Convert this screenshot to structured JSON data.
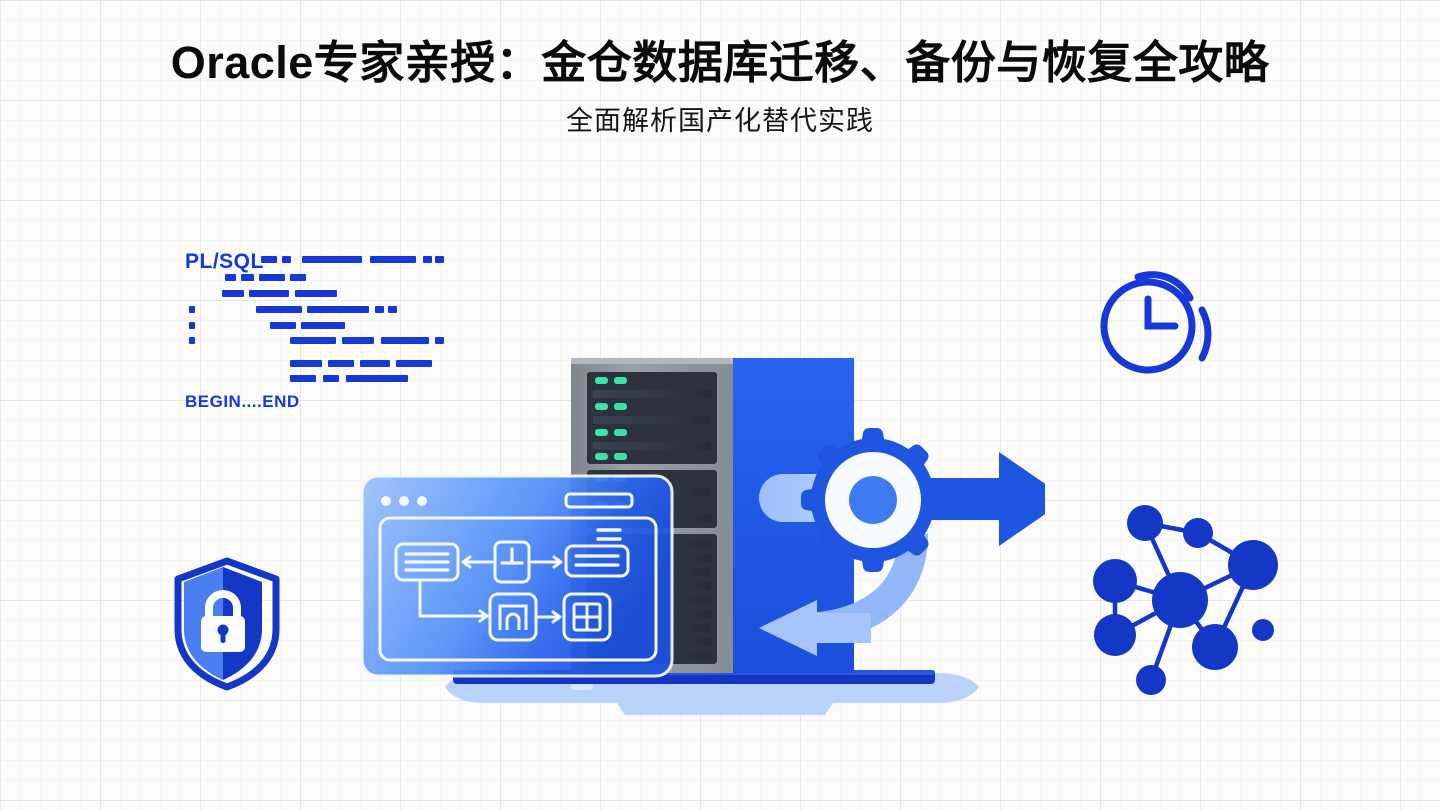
{
  "slide": {
    "background_color": "#fbfbf9",
    "grid_color": "#c6c8cd",
    "accent_blue": "#1f56e0",
    "deep_blue": "#1234c4",
    "light_blue": "#a8c5fb",
    "led_green": "#3ce3a8",
    "title_color": "#0b0b0c"
  },
  "header": {
    "title": "Oracle专家亲授：金仓数据库迁移、备份与恢复全攻略",
    "subtitle": "全面解析国产化替代实践"
  },
  "illustration": {
    "code_block": {
      "label_top": "PL/SQL",
      "label_bottom": "BEGIN....END",
      "color": "#1638d8"
    },
    "shield": {
      "name": "security-shield-lock",
      "fill_light": "#4b7ef0",
      "fill_dark": "#1437c6"
    },
    "clock": {
      "name": "clock-alarm",
      "color": "#1638d8"
    },
    "network": {
      "name": "network-topology",
      "color": "#1437c6",
      "node_count": 10,
      "edge_count": 11
    },
    "server": {
      "name": "server-rack-tower",
      "chassis_color": "#8d9197",
      "slot_color": "#3b4450",
      "panel_color": "#1f56e0",
      "led_color": "#3ce3a8",
      "led_pair_rows": 6
    },
    "gear": {
      "name": "gear-process",
      "color": "#1f56e0"
    },
    "arrow_forward": {
      "name": "arrow-right-migrate",
      "color": "#1f56e0"
    },
    "arrow_back": {
      "name": "arrow-left-restore",
      "color": "#a8c5fb"
    },
    "window_panel": {
      "name": "browser-flow-diagram",
      "dot_count": 3,
      "node_labels": [
        "list-node",
        "merge-node",
        "record-node",
        "archive-node",
        "grid-node"
      ],
      "arrow_count": 4
    },
    "base": {
      "name": "server-base-shadow",
      "bar_color": "#1434c2",
      "shadow_color": "#b9d3fb"
    }
  }
}
